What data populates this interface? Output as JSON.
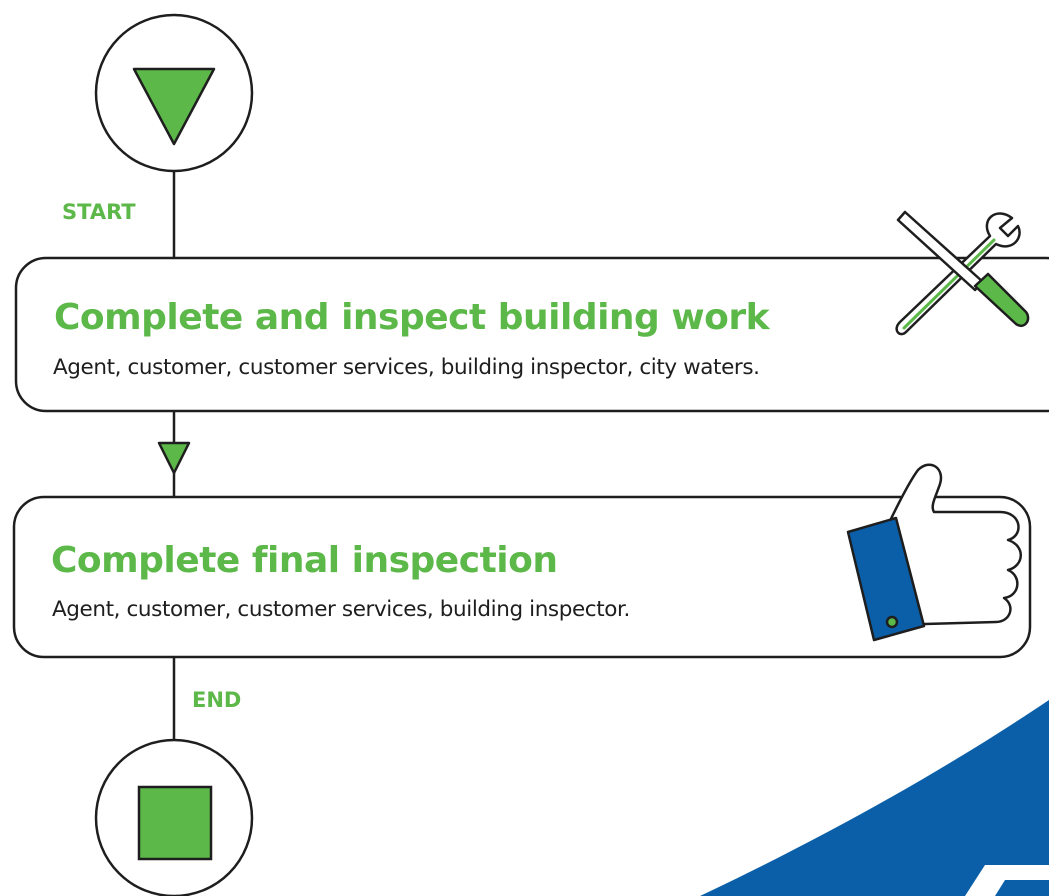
{
  "start_label": "START",
  "end_label": "END",
  "steps": [
    {
      "title": "Complete and inspect building work",
      "description": "Agent, customer, customer services, building inspector, city waters.",
      "icon": "tools-icon"
    },
    {
      "title": "Complete final inspection",
      "description": "Agent, customer, customer services, building inspector.",
      "icon": "thumbs-up-icon"
    }
  ],
  "colors": {
    "accent_green": "#5cb848",
    "outline": "#1e1e1e",
    "brand_blue": "#0a5fa8"
  }
}
